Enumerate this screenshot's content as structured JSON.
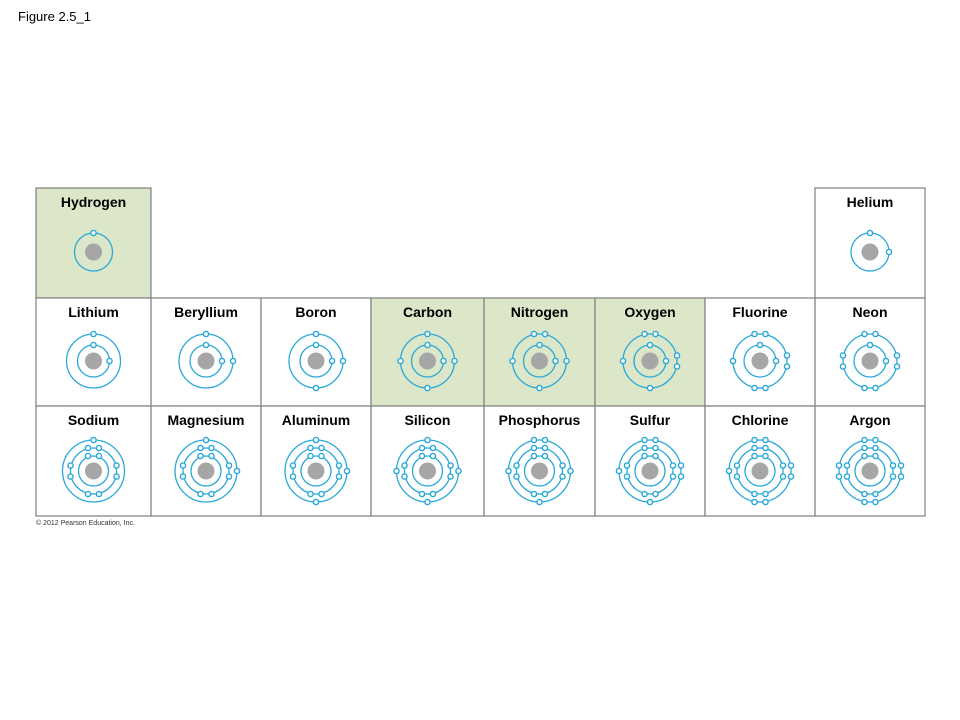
{
  "figure_label": "Figure 2.5_1",
  "copyright": "© 2012 Pearson Education, Inc.",
  "colors": {
    "highlight": "#dce6c9",
    "orbit": "#29a8d8",
    "electron": "#29a8d8",
    "nucleus": "#a6a6a6",
    "border": "#7f7f7f"
  },
  "elements": [
    {
      "name": "Hydrogen",
      "row": 1,
      "col": 1,
      "shells": [
        1
      ],
      "highlight": true
    },
    {
      "name": "Helium",
      "row": 1,
      "col": 8,
      "shells": [
        2
      ],
      "highlight": false
    },
    {
      "name": "Lithium",
      "row": 2,
      "col": 1,
      "shells": [
        2,
        1
      ],
      "highlight": false
    },
    {
      "name": "Beryllium",
      "row": 2,
      "col": 2,
      "shells": [
        2,
        2
      ],
      "highlight": false
    },
    {
      "name": "Boron",
      "row": 2,
      "col": 3,
      "shells": [
        2,
        3
      ],
      "highlight": false
    },
    {
      "name": "Carbon",
      "row": 2,
      "col": 4,
      "shells": [
        2,
        4
      ],
      "highlight": true
    },
    {
      "name": "Nitrogen",
      "row": 2,
      "col": 5,
      "shells": [
        2,
        5
      ],
      "highlight": true
    },
    {
      "name": "Oxygen",
      "row": 2,
      "col": 6,
      "shells": [
        2,
        6
      ],
      "highlight": true
    },
    {
      "name": "Fluorine",
      "row": 2,
      "col": 7,
      "shells": [
        2,
        7
      ],
      "highlight": false
    },
    {
      "name": "Neon",
      "row": 2,
      "col": 8,
      "shells": [
        2,
        8
      ],
      "highlight": false
    },
    {
      "name": "Sodium",
      "row": 3,
      "col": 1,
      "shells": [
        2,
        8,
        1
      ],
      "highlight": false
    },
    {
      "name": "Magnesium",
      "row": 3,
      "col": 2,
      "shells": [
        2,
        8,
        2
      ],
      "highlight": false
    },
    {
      "name": "Aluminum",
      "row": 3,
      "col": 3,
      "shells": [
        2,
        8,
        3
      ],
      "highlight": false
    },
    {
      "name": "Silicon",
      "row": 3,
      "col": 4,
      "shells": [
        2,
        8,
        4
      ],
      "highlight": false
    },
    {
      "name": "Phosphorus",
      "row": 3,
      "col": 5,
      "shells": [
        2,
        8,
        5
      ],
      "highlight": false
    },
    {
      "name": "Sulfur",
      "row": 3,
      "col": 6,
      "shells": [
        2,
        8,
        6
      ],
      "highlight": false
    },
    {
      "name": "Chlorine",
      "row": 3,
      "col": 7,
      "shells": [
        2,
        8,
        7
      ],
      "highlight": false
    },
    {
      "name": "Argon",
      "row": 3,
      "col": 8,
      "shells": [
        2,
        8,
        8
      ],
      "highlight": false
    }
  ]
}
